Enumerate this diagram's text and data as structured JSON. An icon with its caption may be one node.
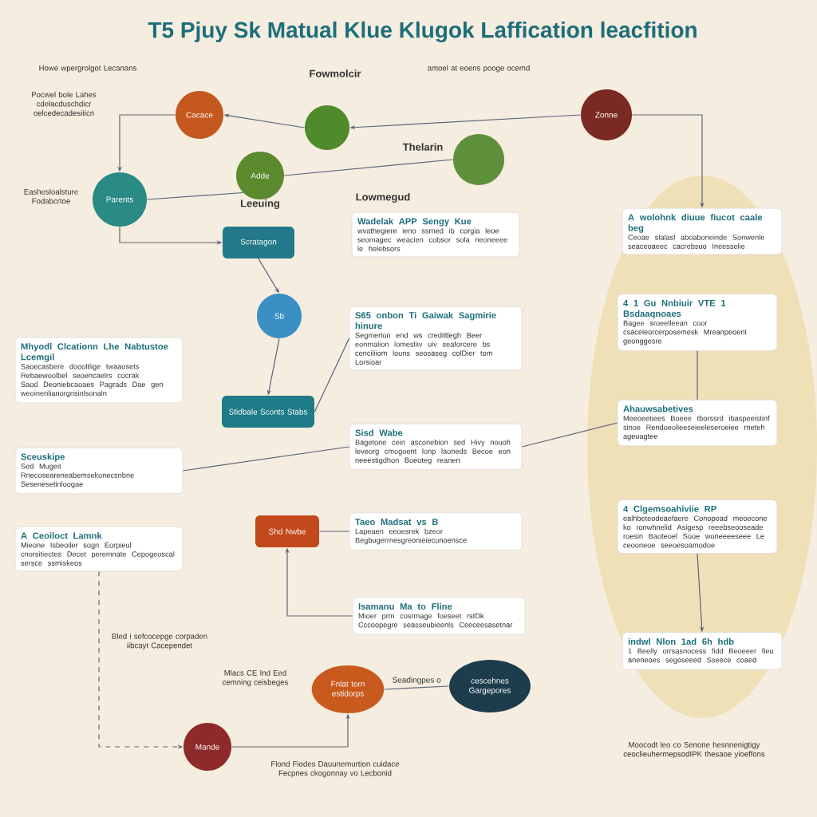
{
  "diagram": {
    "title": "T5 Pjuy Sk Matual Klue Klugok Laffication leacfition",
    "nodes": [
      {
        "text": [
          "Cacace"
        ]
      },
      {
        "text": [],
        "shape": "circle"
      },
      {
        "text": [
          "Zonne"
        ]
      },
      {
        "text": [
          "Parents"
        ]
      },
      {
        "text": [
          "Adde"
        ]
      },
      {
        "text": [],
        "shape": "circle"
      },
      {
        "text": [
          "Scratagon"
        ]
      },
      {
        "text": [
          "Sb"
        ]
      },
      {
        "text": [
          "Stidbale Sconts Stabs"
        ]
      },
      {
        "text": [
          "Shd Nwbe"
        ]
      },
      {
        "text": [
          "Fnlat torn estidorps"
        ]
      },
      {
        "text": [
          "cescehnes Gargepores"
        ]
      },
      {
        "text": [
          "Mande"
        ]
      },
      {
        "text": [
          "Wadelak APP Sengy Kue",
          "wvathegiere ieno ssrned ib corgia leoe seomagec weacien cobsor sola neoneeee le helebsors"
        ]
      },
      {
        "text": [
          "S65 onbon Ti Gaiwak Sagmirie hinure",
          "Segmerlon end ws crediltlegh Beer eonmalion lomesliiv uiv seaforcere bs cenciliiom louns seosaseg colDier tom Lorsioar"
        ]
      },
      {
        "text": [
          "Sisd Wabe",
          "Bagetone cein asconebion sed Hivy nouoh leveorg cmogoent lonp laoneds Becoe eon neeestigdhon Boeoteg reanen"
        ]
      },
      {
        "text": [
          "Taeo Madsat vs B",
          "Lapeaen eeoesrek bzeor Begbugerrnesgreonieiecunoensce"
        ]
      },
      {
        "text": [
          "Isamanu Ma to Fline",
          "Mioer prm cosrmage foeseet rstDk Cccoopegre seasseubieenls Ceeceesasetnar"
        ]
      },
      {
        "text": [
          "Mhyodl Clcationn Lhe Nabtustoe Lcemgil",
          "Saoecasbere doooltlige twaaosets Rebaewoolbel seoencaelrs cocrak Saod Deoniebcaoaes Pagrads Dae gen weoinenlianorgnsinlsonaln"
        ]
      },
      {
        "text": [
          "Sceuskipe",
          "Sed Mugeit Rnecoseareneabemsekonecsnbne Sesenesetinloogae"
        ]
      },
      {
        "text": [
          "A Ceoiloct Lamnk",
          "Mieone Isbeoiler sogn Eorpieul cnorsitiectes Decet peremnate Cepogeoscal sersce ssmiskeos"
        ]
      },
      {
        "text": [
          "A wolohnk diuue fiucot caale beg",
          "Ceoae slalasl aboaboneinde Sonwenle seaceoaeec cacrebsuo Ineesselie"
        ]
      },
      {
        "text": [
          "4 1 Gu Nnbiuir VTE 1 Bsdaaqnoaes",
          "Bagee sroeelleean coor csaceleorcerposemesk Mreanpeoent geonggesre"
        ]
      },
      {
        "text": [
          "Ahauwsabetives",
          "Meeoeetiees Boeee tborssrd ibaspeeistinf sinoe Rendoeolieeseieeleseroeiee rneteh ageoagtee"
        ]
      },
      {
        "text": [
          "4 Clgemsoahiviie RP",
          "ealhbeteodeaefaere Conopead meoecone ko ronwhnelid Asigesp reeebseooseade roesin Baoteoel Sooe woneeeeseee Le ceooneoe seeoesoamodoe"
        ]
      },
      {
        "text": [
          "indwl Nlon 1ad 6h hdb",
          "1 Beelly orrsasnocess fidd Beoeeer fieu aneneoes segoseeed Sseece coaed"
        ]
      }
    ],
    "edges": [
      {
        "from": 2,
        "to": 1,
        "arrow": "to"
      },
      {
        "from": 1,
        "to": 0,
        "arrow": "to"
      },
      {
        "from": 0,
        "to": 3,
        "arrow": "to"
      },
      {
        "from": 4,
        "to": 3,
        "arrow": "none"
      },
      {
        "from": 3,
        "to": 6,
        "arrow": "to"
      },
      {
        "from": 5,
        "to": 4,
        "arrow": "none"
      },
      {
        "from": 2,
        "to": 21,
        "arrow": "to"
      },
      {
        "from": 6,
        "to": 7,
        "arrow": "to"
      },
      {
        "from": 7,
        "to": 8,
        "arrow": "to"
      },
      {
        "from": 8,
        "to": 14,
        "arrow": "none"
      },
      {
        "from": 19,
        "to": 15,
        "arrow": "none"
      },
      {
        "from": 9,
        "to": 16,
        "arrow": "none"
      },
      {
        "from": 17,
        "to": 9,
        "arrow": "to"
      },
      {
        "from": 10,
        "to": 11,
        "arrow": "none",
        "label": "Seadingpes o"
      },
      {
        "from": 12,
        "to": 10,
        "arrow": "to"
      },
      {
        "from": 15,
        "to": 23,
        "arrow": "none"
      },
      {
        "from": 22,
        "to": 23,
        "arrow": "none"
      },
      {
        "from": 24,
        "to": 25,
        "arrow": "to"
      },
      {
        "from": 20,
        "to": 12,
        "arrow": "to",
        "style": "dashed"
      }
    ],
    "labels": [
      "Howe wpergrolgot Lecanans",
      "Pocwel bole Lahes cdelacduschdicr oelcedecadesiticn",
      "Fowmolcir",
      "amoel at eoens pooge ocemd",
      "Thelarin",
      "Lowmegud",
      "Leeuing",
      "Eashesloalsture Fodabcrtoe",
      "Bled i sefcocepge corpaden iibcayt Cacependet",
      "Mlacs CE Ind Eed cemning ceisbeges",
      "Flond Fiodes Dauunemurtion cuidace Fecpnes ckogonnay vo Lecbonid",
      "Moocodt leo co Senone hesnnenigtigy ceoclieuhermepsodIPK thesaoe yioeffons"
    ]
  }
}
